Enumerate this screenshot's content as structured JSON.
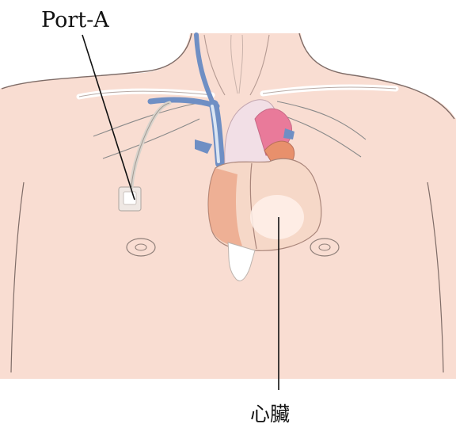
{
  "labels": {
    "port": "Port-A",
    "heart": "心臟"
  },
  "colors": {
    "skin": "#f9ddd2",
    "skin_outline": "#7f6c67",
    "vein_blue": "#6f8fc4",
    "vein_light": "#dbe5f2",
    "artery_pink": "#e97a9a",
    "heart_orange": "#e8906c",
    "heart_light": "#f6d8c8",
    "catheter": "#d8d3cc",
    "leader_line": "#111111"
  },
  "icons": {
    "port_device": "implanted-port",
    "heart": "heart",
    "nipple": "nipple-outline"
  }
}
